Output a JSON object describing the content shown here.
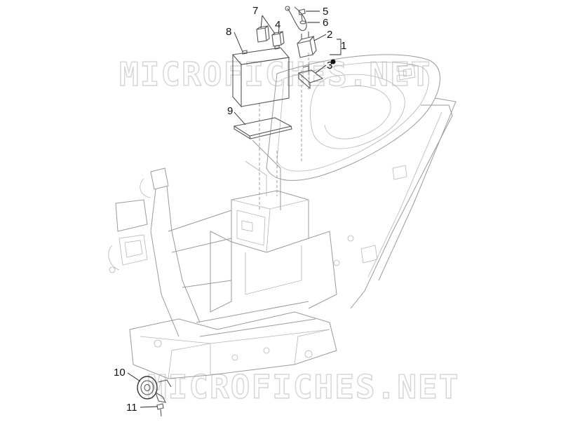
{
  "watermarks": [
    "MICROFICHES.NET",
    "MICROFICHES.NET"
  ],
  "callouts": [
    {
      "id": "1",
      "label": "1"
    },
    {
      "id": "2",
      "label": "2"
    },
    {
      "id": "3",
      "label": "3"
    },
    {
      "id": "4",
      "label": "4"
    },
    {
      "id": "5",
      "label": "5"
    },
    {
      "id": "6",
      "label": "6"
    },
    {
      "id": "7",
      "label": "7"
    },
    {
      "id": "8",
      "label": "8"
    },
    {
      "id": "9",
      "label": "9"
    },
    {
      "id": "10",
      "label": "10"
    },
    {
      "id": "11",
      "label": "11"
    }
  ],
  "icons": {
    "bracket_dot": "filled-dot-icon"
  },
  "colors": {
    "line": "#9a9a9a",
    "dark_line": "#555555",
    "watermark": "#d4d4d4",
    "text": "#111111"
  }
}
